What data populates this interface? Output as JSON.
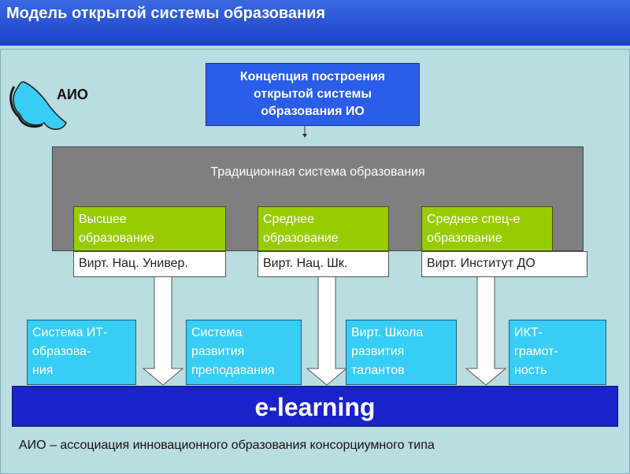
{
  "header": {
    "title": "Модель открытой системы образования"
  },
  "aio": {
    "label": "АИО"
  },
  "concept": {
    "text_line1": "Концепция построения",
    "text_line2": "открытой системы",
    "text_line3": "образования ИО"
  },
  "traditional": {
    "label": "Традиционная система образования"
  },
  "levels": [
    {
      "label_line1": "Высшее",
      "label_line2": "образование",
      "virtual": "Вирт. Нац. Универ."
    },
    {
      "label_line1": "Среднее",
      "label_line2": "образование",
      "virtual": "Вирт. Нац. Шк."
    },
    {
      "label_line1": "Среднее спец-е",
      "label_line2": "образование",
      "virtual": "Вирт. Институт ДО"
    }
  ],
  "systems": [
    {
      "line1": "Система ИТ-",
      "line2": "образова-",
      "line3": "ния"
    },
    {
      "line1": "Система",
      "line2": "развития",
      "line3": "преподавания"
    },
    {
      "line1": "Вирт. Школа",
      "line2": "развития",
      "line3": "талантов"
    },
    {
      "line1": "ИКТ-",
      "line2": "грамот-",
      "line3": "ность"
    }
  ],
  "elearning": {
    "label": "e-learning"
  },
  "footnote": {
    "text": "АИО – ассоциация инновационного образования консорциумного типа"
  },
  "colors": {
    "title_bar": "#2450d8",
    "concept": "#2a5de8",
    "traditional": "#7f7f7f",
    "level": "#99cc00",
    "system": "#38cdf5",
    "elearning": "#1a23c8",
    "background": "#b9dde1"
  }
}
